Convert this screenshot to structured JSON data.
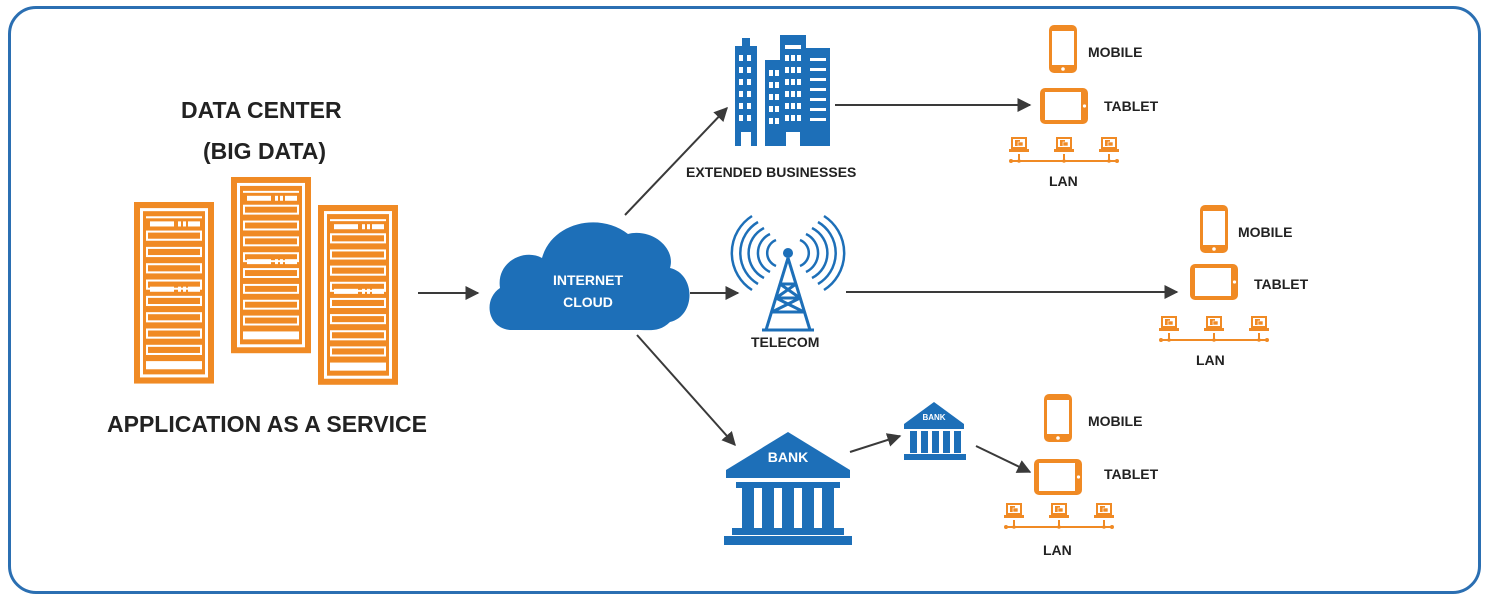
{
  "title": {
    "line1": "DATA CENTER",
    "line2": "(BIG DATA)"
  },
  "subtitle": "APPLICATION AS A SERVICE",
  "cloud": {
    "line1": "INTERNET",
    "line2": "CLOUD"
  },
  "nodes": {
    "businesses": "EXTENDED BUSINESSES",
    "telecom": "TELECOM",
    "bank_sign": "BANK",
    "branch_sign": "BANK"
  },
  "endpoints": [
    {
      "mobile": "MOBILE",
      "tablet": "TABLET",
      "lan": "LAN"
    },
    {
      "mobile": "MOBILE",
      "tablet": "TABLET",
      "lan": "LAN"
    },
    {
      "mobile": "MOBILE",
      "tablet": "TABLET",
      "lan": "LAN"
    }
  ],
  "colors": {
    "orange": "#f08a24",
    "blue": "#1d6fb8",
    "arrow": "#3a3a3a",
    "border": "#2b6fb2"
  }
}
